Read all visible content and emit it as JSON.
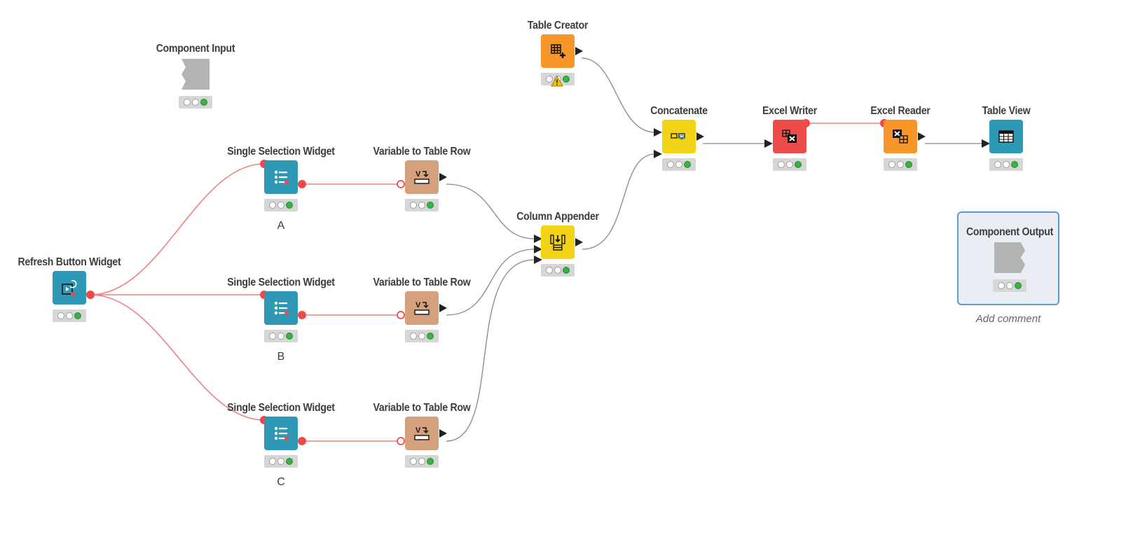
{
  "nodes": {
    "component_input": {
      "label": "Component Input"
    },
    "table_creator": {
      "label": "Table Creator"
    },
    "concatenate": {
      "label": "Concatenate"
    },
    "excel_writer": {
      "label": "Excel Writer"
    },
    "excel_reader": {
      "label": "Excel Reader"
    },
    "table_view": {
      "label": "Table View"
    },
    "refresh_button": {
      "label": "Refresh Button Widget"
    },
    "selection_a": {
      "label": "Single Selection Widget",
      "caption": "A"
    },
    "selection_b": {
      "label": "Single Selection Widget",
      "caption": "B"
    },
    "selection_c": {
      "label": "Single Selection Widget",
      "caption": "C"
    },
    "var_row_a": {
      "label": "Variable to Table Row"
    },
    "var_row_b": {
      "label": "Variable to Table Row"
    },
    "var_row_c": {
      "label": "Variable to Table Row"
    },
    "column_appender": {
      "label": "Column Appender"
    },
    "component_output": {
      "label": "Component Output",
      "comment": "Add comment"
    }
  },
  "colors": {
    "source_orange": "#f7962b",
    "manipulator_yellow": "#f3d415",
    "widget_teal": "#2f98b4",
    "writer_red": "#ee4b4b",
    "converter_tan": "#d4a17c",
    "flow_variable_line": "#f08080",
    "data_line": "#888888",
    "status_green": "#3cb043"
  },
  "icons": {
    "table_creator": "table-plus-icon",
    "concatenate": "concatenate-icon",
    "excel_writer": "excel-write-icon",
    "excel_reader": "excel-read-icon",
    "table_view": "table-grid-icon",
    "refresh_button": "refresh-icon",
    "selection": "selection-list-icon",
    "var_row": "variable-to-row-icon",
    "column_appender": "column-append-icon",
    "component_input": "component-input-icon",
    "component_output": "component-output-icon",
    "warning": "warning-icon"
  }
}
